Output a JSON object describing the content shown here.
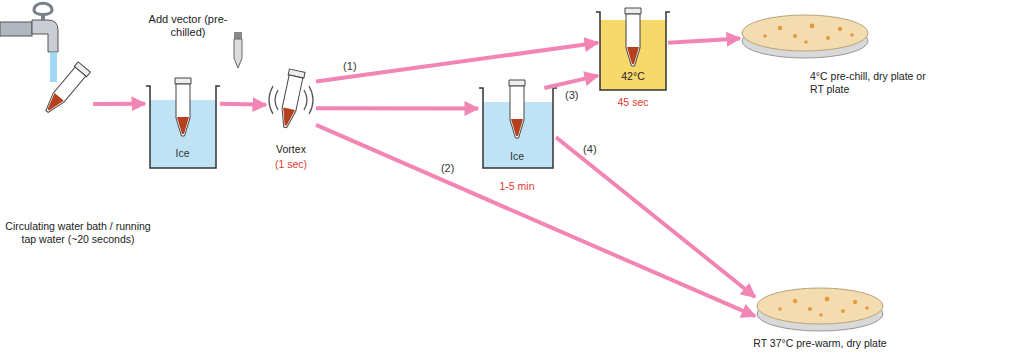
{
  "diagram": {
    "nodes": [
      {
        "text": [
          "Circulating water bath / running tap water (~20 seconds)"
        ]
      },
      {
        "text": [
          "Add vector (pre-chilled)",
          "Ice"
        ]
      },
      {
        "text": [
          "Vortex",
          "(1 sec)"
        ]
      },
      {
        "text": [
          "Ice",
          "1-5 min"
        ]
      },
      {
        "text": [
          "42°C",
          "45 sec"
        ]
      },
      {
        "text": [
          "4°C pre-chill, dry plate or RT plate"
        ]
      },
      {
        "text": [
          "RT 37°C pre-warm, dry plate"
        ]
      }
    ],
    "edges": [
      {
        "from": 0,
        "to": 1,
        "arrow": "to"
      },
      {
        "from": 1,
        "to": 2,
        "arrow": "to"
      },
      {
        "from": 2,
        "to": 4,
        "label": "(1)",
        "arrow": "to"
      },
      {
        "from": 2,
        "to": 3,
        "arrow": "to"
      },
      {
        "from": 2,
        "to": 6,
        "label": "(2)",
        "arrow": "to"
      },
      {
        "from": 3,
        "to": 4,
        "label": "(3)",
        "arrow": "to"
      },
      {
        "from": 3,
        "to": 6,
        "label": "(4)",
        "arrow": "to"
      },
      {
        "from": 4,
        "to": 5,
        "arrow": "to"
      }
    ]
  }
}
